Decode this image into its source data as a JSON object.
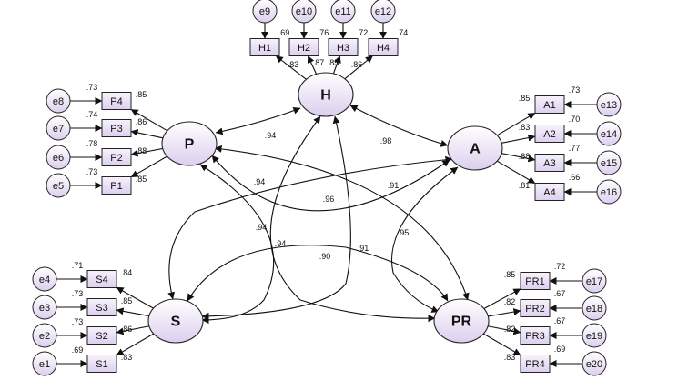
{
  "latents": [
    {
      "id": "H",
      "label": "H"
    },
    {
      "id": "P",
      "label": "P"
    },
    {
      "id": "A",
      "label": "A"
    },
    {
      "id": "S",
      "label": "S"
    },
    {
      "id": "PR",
      "label": "PR"
    }
  ],
  "indicators": [
    {
      "id": "H1",
      "label": "H1",
      "latent": "H",
      "loading": ".83",
      "r2": ".69",
      "error": "e9"
    },
    {
      "id": "H2",
      "label": "H2",
      "latent": "H",
      "loading": ".87",
      "r2": ".76",
      "error": "e10"
    },
    {
      "id": "H3",
      "label": "H3",
      "latent": "H",
      "loading": ".85",
      "r2": ".72",
      "error": "e11"
    },
    {
      "id": "H4",
      "label": "H4",
      "latent": "H",
      "loading": ".86",
      "r2": ".74",
      "error": "e12"
    },
    {
      "id": "P4",
      "label": "P4",
      "latent": "P",
      "loading": ".85",
      "r2": ".73",
      "error": "e8"
    },
    {
      "id": "P3",
      "label": "P3",
      "latent": "P",
      "loading": ".86",
      "r2": ".74",
      "error": "e7"
    },
    {
      "id": "P2",
      "label": "P2",
      "latent": "P",
      "loading": ".88",
      "r2": ".78",
      "error": "e6"
    },
    {
      "id": "P1",
      "label": "P1",
      "latent": "P",
      "loading": ".85",
      "r2": ".73",
      "error": "e5"
    },
    {
      "id": "A1",
      "label": "A1",
      "latent": "A",
      "loading": ".85",
      "r2": ".73",
      "error": "e13"
    },
    {
      "id": "A2",
      "label": "A2",
      "latent": "A",
      "loading": ".83",
      "r2": ".70",
      "error": "e14"
    },
    {
      "id": "A3",
      "label": "A3",
      "latent": "A",
      "loading": ".88",
      "r2": ".77",
      "error": "e15"
    },
    {
      "id": "A4",
      "label": "A4",
      "latent": "A",
      "loading": ".81",
      "r2": ".66",
      "error": "e16"
    },
    {
      "id": "S4",
      "label": "S4",
      "latent": "S",
      "loading": ".84",
      "r2": ".71",
      "error": "e4"
    },
    {
      "id": "S3",
      "label": "S3",
      "latent": "S",
      "loading": ".85",
      "r2": ".73",
      "error": "e3"
    },
    {
      "id": "S2",
      "label": "S2",
      "latent": "S",
      "loading": ".86",
      "r2": ".73",
      "error": "e2"
    },
    {
      "id": "S1",
      "label": "S1",
      "latent": "S",
      "loading": ".83",
      "r2": ".69",
      "error": "e1"
    },
    {
      "id": "PR1",
      "label": "PR1",
      "latent": "PR",
      "loading": ".85",
      "r2": ".72",
      "error": "e17"
    },
    {
      "id": "PR2",
      "label": "PR2",
      "latent": "PR",
      "loading": ".82",
      "r2": ".67",
      "error": "e18"
    },
    {
      "id": "PR3",
      "label": "PR3",
      "latent": "PR",
      "loading": ".82",
      "r2": ".67",
      "error": "e19"
    },
    {
      "id": "PR4",
      "label": "PR4",
      "latent": "PR",
      "loading": ".83",
      "r2": ".69",
      "error": "e20"
    }
  ],
  "correlations": [
    {
      "from": "P",
      "to": "H",
      "value": ".94"
    },
    {
      "from": "H",
      "to": "A",
      "value": ".98"
    },
    {
      "from": "P",
      "to": "A",
      "value": ".96"
    },
    {
      "from": "P",
      "to": "PR",
      "value": ".91"
    },
    {
      "from": "P",
      "to": "S",
      "value": ".94"
    },
    {
      "from": "A",
      "to": "S",
      "value": ".94"
    },
    {
      "from": "H",
      "to": "S",
      "value": ".91"
    },
    {
      "from": "H",
      "to": "PR",
      "value": ".94"
    },
    {
      "from": "S",
      "to": "PR",
      "value": ".90"
    },
    {
      "from": "A",
      "to": "PR",
      "value": ".95"
    }
  ],
  "colors": {
    "node_fill": "#e6dcf2",
    "node_stroke": "#222222",
    "line": "#111111"
  }
}
